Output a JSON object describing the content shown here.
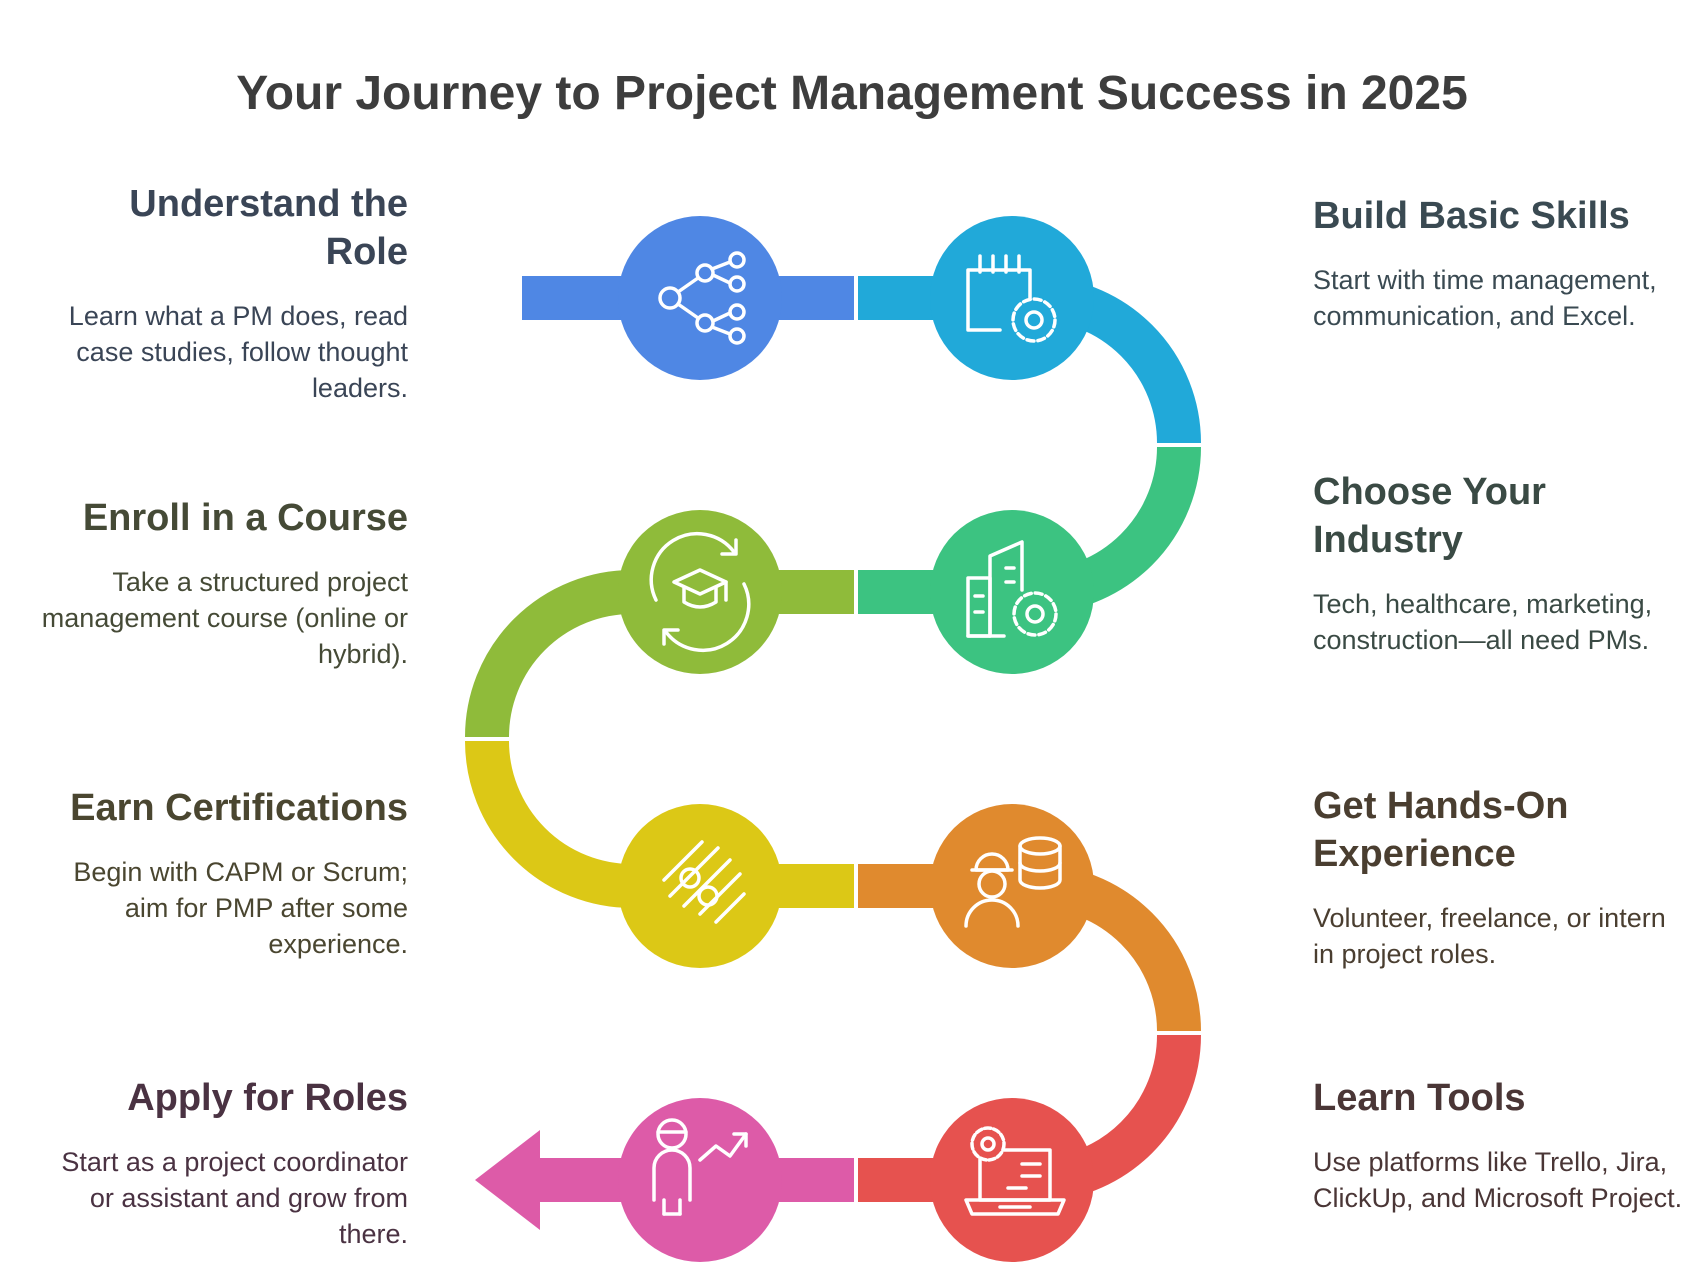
{
  "title": "Your Journey to Project Management Success in 2025",
  "steps": [
    {
      "title": "Understand the Role",
      "text": "Learn what a PM does, read case studies, follow thought leaders.",
      "color": "#4f87e4",
      "text_color": "#3a4556",
      "icon": "share-network-icon",
      "side": "left"
    },
    {
      "title": "Build Basic Skills",
      "text": "Start with time management, communication, and Excel.",
      "color": "#21a9d9",
      "text_color": "#3a4a52",
      "icon": "calendar-gear-icon",
      "side": "right"
    },
    {
      "title": "Choose Your Industry",
      "text": "Tech, healthcare, marketing, construction—all need PMs.",
      "color": "#3cc381",
      "text_color": "#3a4a44",
      "icon": "buildings-gear-icon",
      "side": "right"
    },
    {
      "title": "Enroll in a Course",
      "text": "Take a structured project management course (online or hybrid).",
      "color": "#8fbb3a",
      "text_color": "#454a36",
      "icon": "graduation-cap-cycle-icon",
      "side": "left"
    },
    {
      "title": "Earn Certifications",
      "text": "Begin with CAPM or Scrum; aim for PMP after some experience.",
      "color": "#dcc816",
      "text_color": "#4a4630",
      "icon": "certificate-stripes-icon",
      "side": "left"
    },
    {
      "title": "Get Hands-On Experience",
      "text": "Volunteer, freelance, or intern in project roles.",
      "color": "#e08a2e",
      "text_color": "#4a3e30",
      "icon": "worker-database-icon",
      "side": "right"
    },
    {
      "title": "Learn Tools",
      "text": "Use platforms like Trello, Jira, ClickUp, and Microsoft Project.",
      "color": "#e6524f",
      "text_color": "#4a3636",
      "icon": "laptop-gear-icon",
      "side": "right"
    },
    {
      "title": "Apply for Roles",
      "text": "Start as a project coordinator or assistant and grow from there.",
      "color": "#dd5ba8",
      "text_color": "#4a3242",
      "icon": "person-growth-icon",
      "side": "left"
    }
  ]
}
